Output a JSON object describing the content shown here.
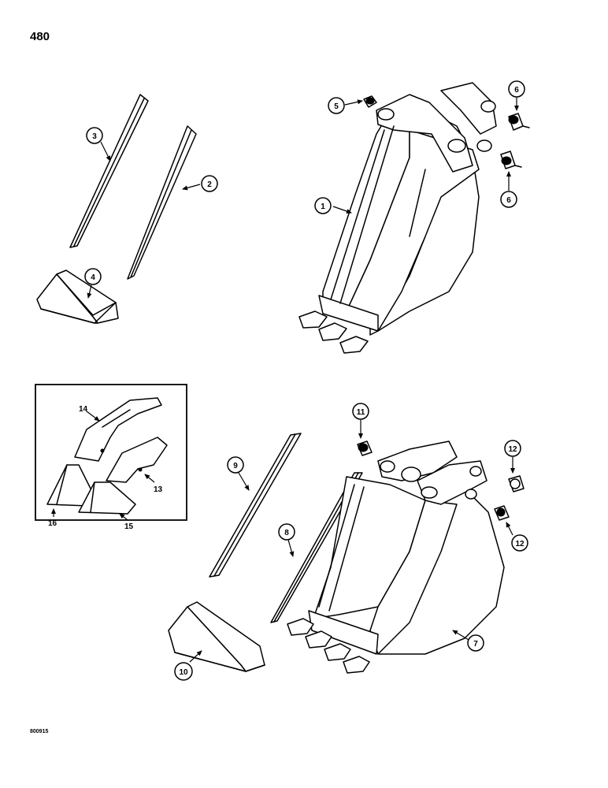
{
  "page_number": "480",
  "document_code": "800915",
  "callouts": {
    "c1": "1",
    "c2": "2",
    "c3": "3",
    "c4": "4",
    "c5": "5",
    "c6a": "6",
    "c6b": "6",
    "c7": "7",
    "c8": "8",
    "c9": "9",
    "c10": "10",
    "c11": "11",
    "c12a": "12",
    "c12b": "12"
  },
  "inset_labels": {
    "l13": "13",
    "l14": "14",
    "l15": "15",
    "l16": "16"
  }
}
